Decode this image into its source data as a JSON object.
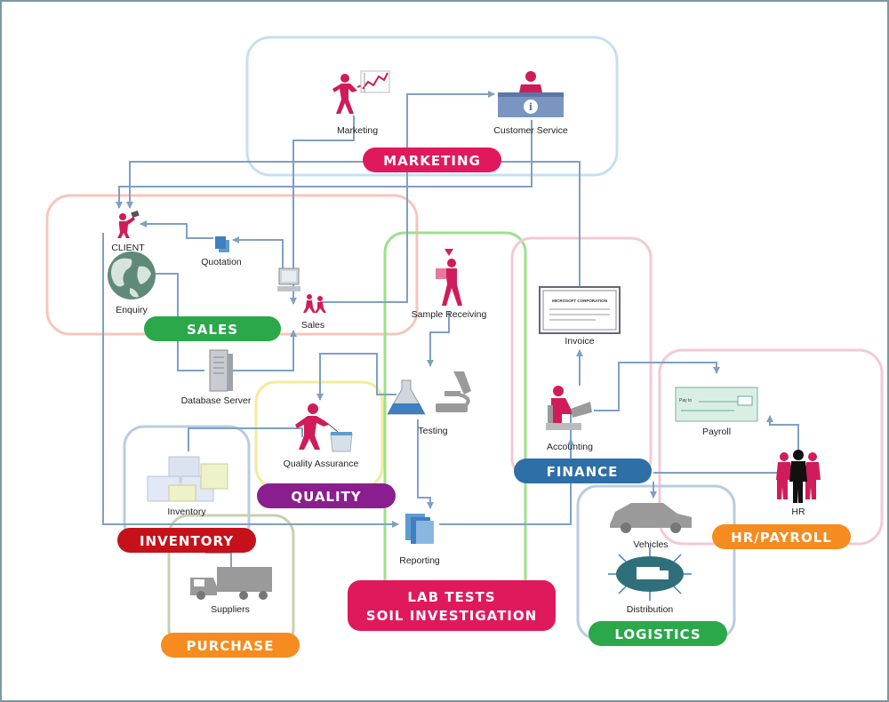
{
  "colors": {
    "marketing_box": "#c6dff0",
    "sales_box": "#f5c6bd",
    "lab_box": "#9be28a",
    "finance_box": "#f2c9d3",
    "hr_box": "#f2c9d3",
    "quality_box": "#f2eb9a",
    "inventory_box": "#b9cde0",
    "purchase_box": "#c9d0b0",
    "logistics_box": "#b9cde0",
    "connector": "#7fa0c4",
    "figure": "#d01c5a",
    "gray_icon": "#9a9a9a"
  },
  "departments": {
    "marketing": {
      "label": "MARKETING",
      "color": "#e0195c"
    },
    "sales": {
      "label": "SALES",
      "color": "#2aa84a"
    },
    "quality": {
      "label": "QUALITY",
      "color": "#8a1e8e"
    },
    "inventory": {
      "label": "INVENTORY",
      "color": "#c5121a"
    },
    "purchase": {
      "label": "PURCHASE",
      "color": "#f68b1f"
    },
    "lab": {
      "line1": "LAB TESTS",
      "line2": "SOIL INVESTIGATION",
      "color": "#e0195c"
    },
    "finance": {
      "label": "FINANCE",
      "color": "#2f6fa8"
    },
    "hr": {
      "label": "HR/PAYROLL",
      "color": "#f68b1f"
    },
    "logistics": {
      "label": "LOGISTICS",
      "color": "#2aa84a"
    }
  },
  "nodes": {
    "marketing": {
      "label": "Marketing",
      "icon": "presenter-chart-icon"
    },
    "customer_service": {
      "label": "Customer Service",
      "icon": "info-desk-icon"
    },
    "client": {
      "label": "CLIENT",
      "icon": "client-person-icon"
    },
    "quotation": {
      "label": "Quotation",
      "icon": "document-stack-icon"
    },
    "enquiry": {
      "label": "Enquiry",
      "icon": "globe-icon"
    },
    "sales": {
      "label": "Sales",
      "icon": "computer-people-icon"
    },
    "database_server": {
      "label": "Database Server",
      "icon": "server-icon"
    },
    "sample_receiving": {
      "label": "Sample Receiving",
      "icon": "person-carrying-box-icon"
    },
    "testing": {
      "label": "Testing",
      "icon": "flask-microscope-icon"
    },
    "quality_assurance": {
      "label": "Quality Assurance",
      "icon": "inspector-icon"
    },
    "inventory": {
      "label": "Inventory",
      "icon": "boxes-icon"
    },
    "suppliers": {
      "label": "Suppliers",
      "icon": "truck-icon"
    },
    "reporting": {
      "label": "Reporting",
      "icon": "documents-icon"
    },
    "invoice": {
      "label": "Invoice",
      "icon": "certificate-icon",
      "header": "MICROSOFT CORPORATION"
    },
    "accounting": {
      "label": "Accounting",
      "icon": "accountant-icon"
    },
    "payroll": {
      "label": "Payroll",
      "icon": "check-icon",
      "pay_to": "Pay to"
    },
    "hr": {
      "label": "HR",
      "icon": "people-group-icon"
    },
    "vehicles": {
      "label": "Vehicles",
      "icon": "car-icon"
    },
    "distribution": {
      "label": "Distribution",
      "icon": "distribution-truck-icon"
    }
  }
}
